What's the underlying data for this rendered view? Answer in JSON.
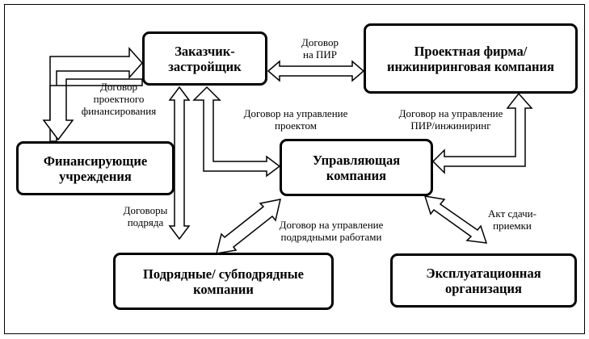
{
  "nodes": {
    "customer": "Заказчик-застройщик",
    "design_firm": "Проектная фирма/инжиниринговая компания",
    "financing": "Финансирующие учреждения",
    "management": "Управляющая компания",
    "contractors": "Подрядные/ субподрядные компании",
    "operating": "Эксплуатационная организация"
  },
  "edges": {
    "pir_contract_1": "Договор",
    "pir_contract_2": "на ПИР",
    "project_financing_1": "Договор",
    "project_financing_2": "проектного",
    "project_financing_3": "финансирования",
    "project_mgmt_1": "Договор на управление",
    "project_mgmt_2": "проектом",
    "pir_mgmt_1": "Договор на управление",
    "pir_mgmt_2": "ПИР/инжиниринг",
    "contracts_1": "Договоры",
    "contracts_2": "подряда",
    "works_mgmt_1": "Договор на управление",
    "works_mgmt_2": "подрядными работами",
    "acceptance_1": "Акт сдачи-",
    "acceptance_2": "приемки"
  }
}
